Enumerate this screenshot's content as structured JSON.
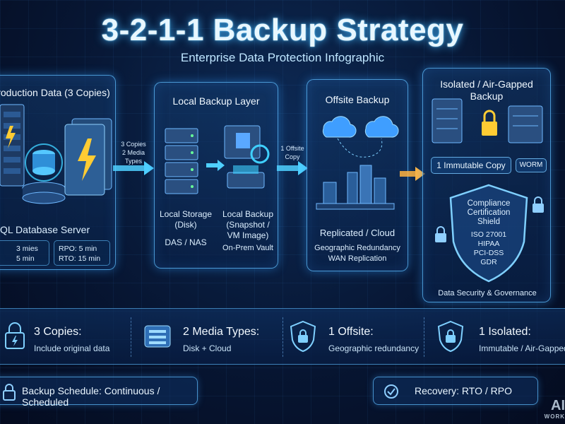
{
  "header": {
    "title": "3-2-1-1 Backup Strategy",
    "subtitle": "Enterprise Data Protection Infographic"
  },
  "panels": {
    "production": {
      "title": "roduction Data (3 Copies)",
      "server_label": "QL Database Server",
      "stats_left": [
        "3 mies",
        "5 min"
      ],
      "stats_right": [
        "RPO: 5 min",
        "RTO: 15 min"
      ]
    },
    "local": {
      "title": "Local Backup Layer",
      "storage_label": "Local Storage\n(Disk)",
      "storage_sub": "DAS / NAS",
      "backup_label": "Local Backup\n(Snapshot /\nVM Image)",
      "backup_sub": "On-Prem Vault"
    },
    "offsite": {
      "title": "Offsite Backup",
      "cloud_label": "Replicated / Cloud",
      "sub": "Geographic Redundancy\nWAN Replication"
    },
    "isolated": {
      "title": "Isolated / Air-Gapped\nBackup",
      "immutable": "1 Immutable Copy",
      "worm": "WORM",
      "shield_title": "Compliance\nCertification\nShield",
      "shield_items": "ISO 27001\nHIPAA\nPCI-DSS\nGDR",
      "footer": "Data Security & Governance"
    }
  },
  "arrows": {
    "a1": "3 Copies\n2 Media Types",
    "a2": "1 Offsite\nCopy"
  },
  "features": [
    {
      "title": "3 Copies:",
      "sub": "Include original data",
      "icon": "lock-bolt-icon"
    },
    {
      "title": "2 Media Types:",
      "sub": "Disk + Cloud",
      "icon": "storage-chip-icon"
    },
    {
      "title": "1 Offsite:",
      "sub": "Geographic redundancy",
      "icon": "shield-lock-icon"
    },
    {
      "title": "1 Isolated:",
      "sub": "Immutable / Air-Gapped",
      "icon": "shield-lock-icon"
    }
  ],
  "footer": {
    "schedule": "Backup Schedule: Continuous / Scheduled",
    "recovery": "Recovery: RTO / RPO"
  },
  "watermark": {
    "main": "AI",
    "sub": "WORK"
  },
  "colors": {
    "accent": "#3fb6ff",
    "arrow": "#4fd0ff",
    "orange": "#ffb340",
    "bolt": "#ffcc33"
  }
}
